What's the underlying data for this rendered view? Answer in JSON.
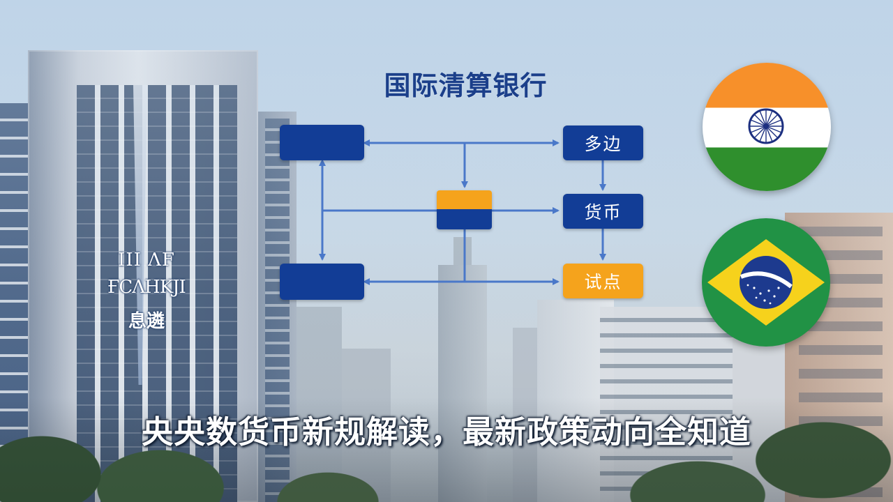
{
  "diagram": {
    "title": "国际清算银行",
    "nodes": {
      "duobian": "多边",
      "huobi": "货币",
      "shidian": "试点"
    },
    "colors": {
      "blue": "#123d96",
      "orange": "#f5a31c",
      "line": "#4a78c9"
    }
  },
  "building_sign": {
    "line1": "III ΛF",
    "line2": "ҒCΛHKJI",
    "line3": "息遴"
  },
  "flags": {
    "left_top": "india-flag",
    "left_bottom": "brazil-flag"
  },
  "caption": "央央数货币新规解读，最新政策动向全知道"
}
